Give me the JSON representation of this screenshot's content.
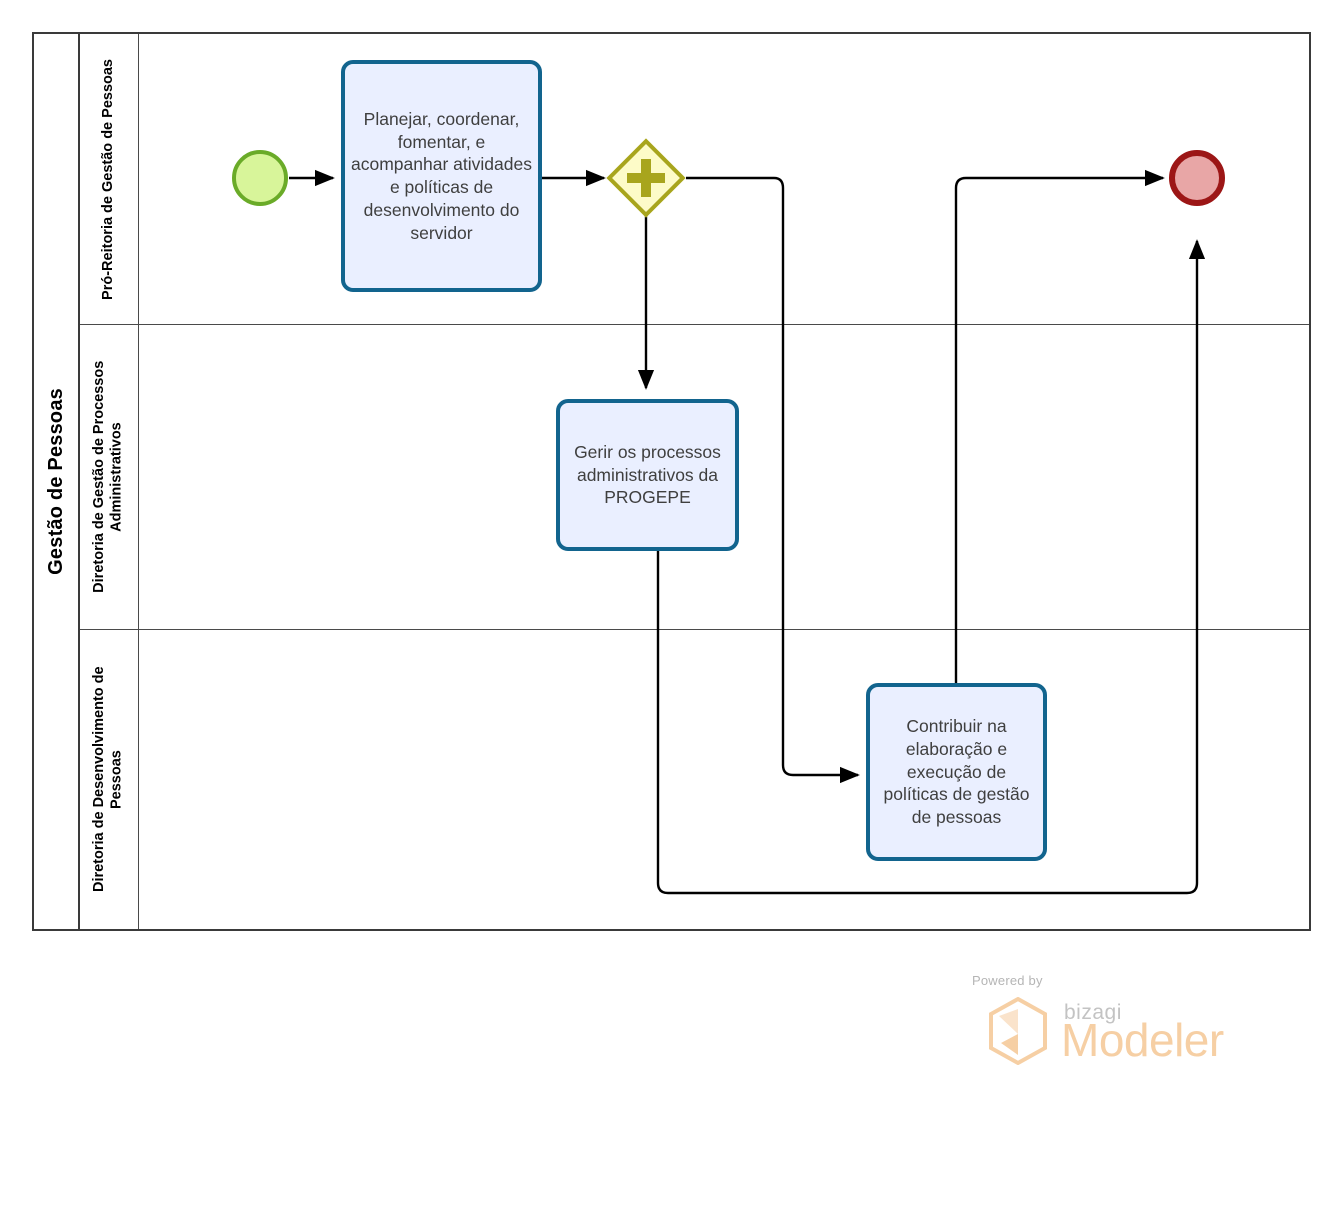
{
  "diagram": {
    "type": "bpmn-process-diagram",
    "pool": {
      "name": "Gestão de Pessoas"
    },
    "lanes": [
      {
        "id": "lane-1",
        "name": "Pró-Reitoria de Gestão de Pessoas"
      },
      {
        "id": "lane-2",
        "name": "Diretoria de Gestão de Processos Administrativos"
      },
      {
        "id": "lane-3",
        "name": "Diretoria de Desenvolvimento de Pessoas"
      }
    ],
    "nodes": [
      {
        "id": "start-event",
        "kind": "start-event",
        "label": "",
        "lane": "lane-1",
        "fill": "#d8f59a",
        "stroke": "#6aab28"
      },
      {
        "id": "task-planejar",
        "kind": "task",
        "label": "Planejar, coordenar, fomentar, e acompanhar atividades e políticas de desenvolvimento do servidor",
        "lane": "lane-1",
        "fill": "#eaefff",
        "stroke": "#12648e"
      },
      {
        "id": "gateway-parallel",
        "kind": "parallel-gateway",
        "label": "",
        "lane": "lane-1",
        "fill": "#fdfbc8",
        "stroke": "#a8a51d"
      },
      {
        "id": "task-gerir",
        "kind": "task",
        "label": "Gerir os processos administrativos da PROGEPE",
        "lane": "lane-2",
        "fill": "#eaefff",
        "stroke": "#12648e"
      },
      {
        "id": "task-contribuir",
        "kind": "task",
        "label": "Contribuir na elaboração e execução de políticas de gestão de pessoas",
        "lane": "lane-3",
        "fill": "#eaefff",
        "stroke": "#12648e"
      },
      {
        "id": "end-event",
        "kind": "end-event",
        "label": "",
        "lane": "lane-1",
        "fill": "#e8a6a6",
        "stroke": "#9c1616"
      }
    ],
    "flows": [
      {
        "id": "flow-1",
        "from": "start-event",
        "to": "task-planejar"
      },
      {
        "id": "flow-2",
        "from": "task-planejar",
        "to": "gateway-parallel"
      },
      {
        "id": "flow-3",
        "from": "gateway-parallel",
        "to": "task-gerir"
      },
      {
        "id": "flow-4",
        "from": "gateway-parallel",
        "to": "task-contribuir"
      },
      {
        "id": "flow-5",
        "from": "task-contribuir",
        "to": "end-event"
      },
      {
        "id": "flow-6",
        "from": "task-gerir",
        "to": "end-event"
      }
    ]
  },
  "watermark": {
    "powered_by": "Powered by",
    "brand": "bizagi",
    "product": "Modeler",
    "logo_color": "#f6cfa4"
  }
}
